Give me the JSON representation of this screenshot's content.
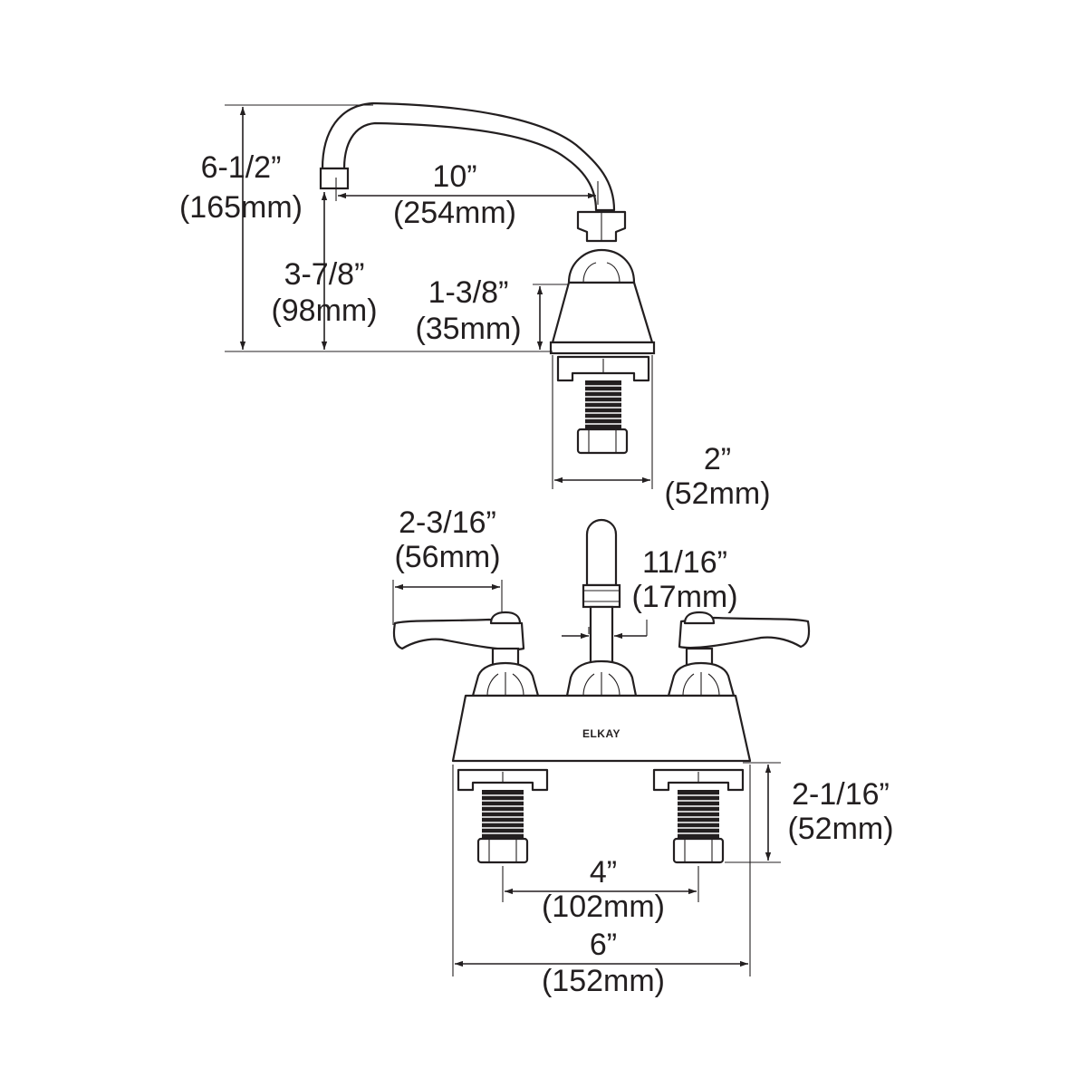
{
  "brand": "ELKAY",
  "side_view": {
    "overall_height": {
      "imperial": "6-1/2”",
      "metric": "(165mm)"
    },
    "spout_reach": {
      "imperial": "10”",
      "metric": "(254mm)"
    },
    "outlet_height": {
      "imperial": "3-7/8”",
      "metric": "(98mm)"
    },
    "base_height": {
      "imperial": "1-3/8”",
      "metric": "(35mm)"
    },
    "base_depth": {
      "imperial": "2”",
      "metric": "(52mm)"
    }
  },
  "front_view": {
    "handle_length": {
      "imperial": "2-3/16”",
      "metric": "(56mm)"
    },
    "spout_diameter": {
      "imperial": "11/16”",
      "metric": "(17mm)"
    },
    "shank_length": {
      "imperial": "2-1/16”",
      "metric": "(52mm)"
    },
    "center_spacing": {
      "imperial": "4”",
      "metric": "(102mm)"
    },
    "overall_width": {
      "imperial": "6”",
      "metric": "(152mm)"
    }
  }
}
